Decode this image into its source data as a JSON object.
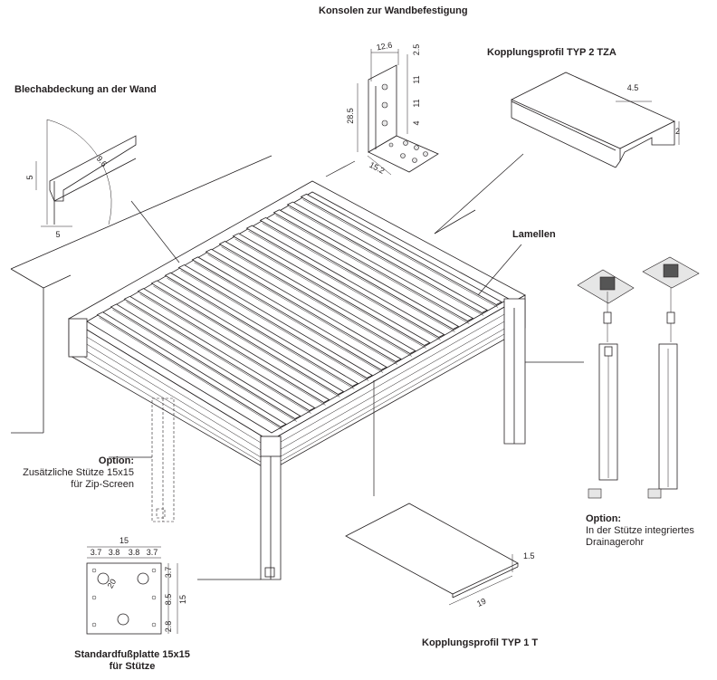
{
  "labels": {
    "konsolen": "Konsolen zur Wandbefestigung",
    "kopplung_tza": "Kopplungsprofil TYP 2 TZA",
    "blechabdeckung": "Blechabdeckung an der Wand",
    "lamellen": "Lamellen",
    "option_left_title": "Option:",
    "option_left_line1": "Zusätzliche Stütze 15x15",
    "option_left_line2": "für Zip-Screen",
    "option_right_title": "Option:",
    "option_right_line1": "In der Stütze integriertes",
    "option_right_line2": "Drainagerohr",
    "fussplatte_line1": "Standardfußplatte 15x15",
    "fussplatte_line2": "für Stütze",
    "kopplung_1t": "Kopplungsprofil TYP 1 T"
  },
  "dimensions": {
    "bracket": [
      "12.6",
      "2.5",
      "11",
      "11",
      "4",
      "28.5",
      "15.2"
    ],
    "tza": [
      "4.5",
      "2"
    ],
    "flashing": [
      "5",
      "5",
      "9.6"
    ],
    "plate_top": [
      "15",
      "3.7",
      "3.8",
      "3.8",
      "3.7"
    ],
    "plate_right": [
      "3.7",
      "8.5",
      "2.8",
      "15"
    ],
    "plate_hole": "20",
    "profile_1t": [
      "1.5",
      "19"
    ]
  },
  "colors": {
    "line": "#231f20",
    "background": "#ffffff"
  }
}
